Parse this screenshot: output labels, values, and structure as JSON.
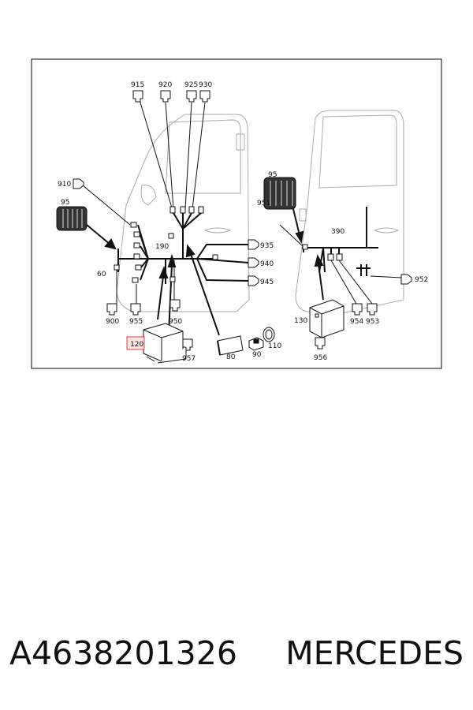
{
  "diagram": {
    "labels": {
      "c915": "915",
      "c920": "920",
      "c925": "925",
      "c930": "930",
      "c910": "910",
      "c95_left": "95",
      "c60": "60",
      "c190": "190",
      "c935": "935",
      "c940": "940",
      "c945": "945",
      "c900": "900",
      "c955": "955",
      "c950": "950",
      "c120": "120",
      "c957": "957",
      "c80": "80",
      "c90": "90",
      "c110": "110",
      "c95_right": "95",
      "c951": "951",
      "c390": "390",
      "c952": "952",
      "c130": "130",
      "c954": "954",
      "c953": "953",
      "c956": "956"
    },
    "highlight_color": "#e04040"
  },
  "footer": {
    "part_number": "A4638201326",
    "brand": "MERCEDES"
  }
}
